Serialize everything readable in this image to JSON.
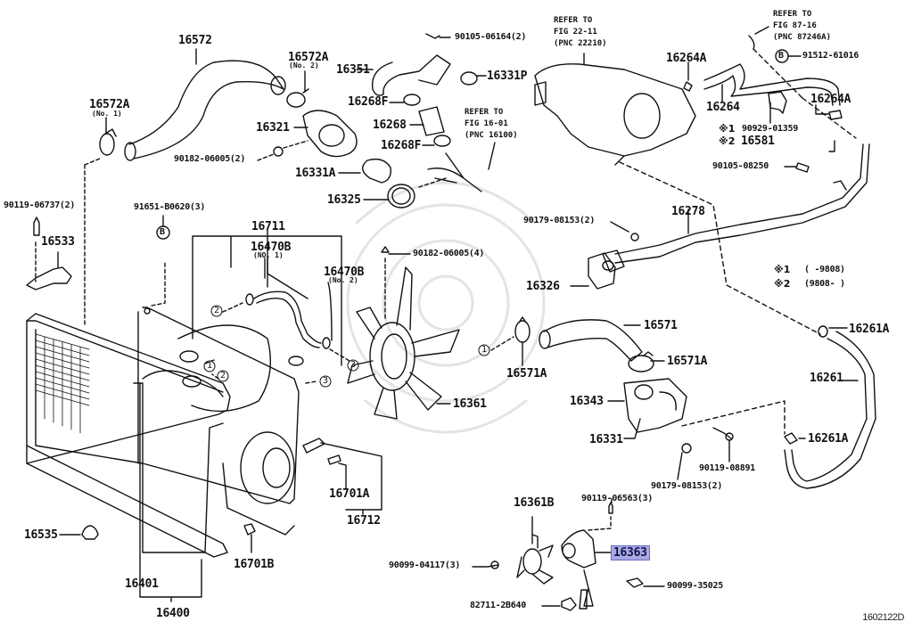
{
  "diagram": {
    "type": "exploded-parts-diagram",
    "subject": "Radiator & water outlet cooling system",
    "code": "1602122D",
    "highlighted_part": "16363",
    "highlight_color": "#a9a9e3",
    "notes": [
      {
        "mark": "※1",
        "range": "(      -9808)"
      },
      {
        "mark": "※2",
        "range": "(9808-      )"
      }
    ],
    "references": [
      {
        "lines": [
          "REFER TO",
          "FIG 22-11",
          "(PNC 22210)"
        ]
      },
      {
        "lines": [
          "REFER TO",
          "FIG 87-16",
          "(PNC 87246A)"
        ]
      },
      {
        "lines": [
          "REFER TO",
          "FIG 16-01",
          "(PNC 16100)"
        ]
      }
    ],
    "labels": {
      "p16572": "16572",
      "p16572A_1": "16572A",
      "p16572A_1_sub": "(No. 1)",
      "p16572A_2": "16572A",
      "p16572A_2_sub": "(No. 2)",
      "p16351": "16351",
      "p90105_06164": "90105-06164(2)",
      "p16331P": "16331P",
      "p16268F_a": "16268F",
      "p16268": "16268",
      "p16268F_b": "16268F",
      "p16321": "16321",
      "p90182_06005_2": "90182-06005(2)",
      "p16331A": "16331A",
      "p16325": "16325",
      "p16264A_a": "16264A",
      "p91512_61016": "91512-61016",
      "p16264": "16264",
      "p16264A_b": "16264A",
      "p90929_01359": "90929-01359",
      "p16581": "16581",
      "p90105_08250": "90105-08250",
      "p90119_06737": "90119-06737(2)",
      "p91651_B0620": "91651-B0620(3)",
      "p16533": "16533",
      "p16711": "16711",
      "p16470B_1": "16470B",
      "p16470B_1_sub": "(NO. 1)",
      "p16470B_2": "16470B",
      "p16470B_2_sub": "(No. 2)",
      "p90182_06005_4": "90182-06005(4)",
      "p90179_08153_a": "90179-08153(2)",
      "p16278": "16278",
      "p16326": "16326",
      "p16571": "16571",
      "p16571A_a": "16571A",
      "p16571A_b": "16571A",
      "p16261A_a": "16261A",
      "p16261": "16261",
      "p16361": "16361",
      "p16343": "16343",
      "p16331": "16331",
      "p16261A_b": "16261A",
      "p90119_08891": "90119-08891",
      "p90179_08153_b": "90179-08153(2)",
      "p16701A": "16701A",
      "p16712": "16712",
      "p16535": "16535",
      "p16701B": "16701B",
      "p16401": "16401",
      "p16400": "16400",
      "p16361B": "16361B",
      "p90119_06563": "90119-06563(3)",
      "p16363": "16363",
      "p90099_04117": "90099-04117(3)",
      "p90099_35025": "90099-35025",
      "p82711_2B640": "82711-2B640"
    },
    "circle_marks": {
      "B": "B",
      "one": "1",
      "two": "2",
      "three": "3"
    }
  }
}
